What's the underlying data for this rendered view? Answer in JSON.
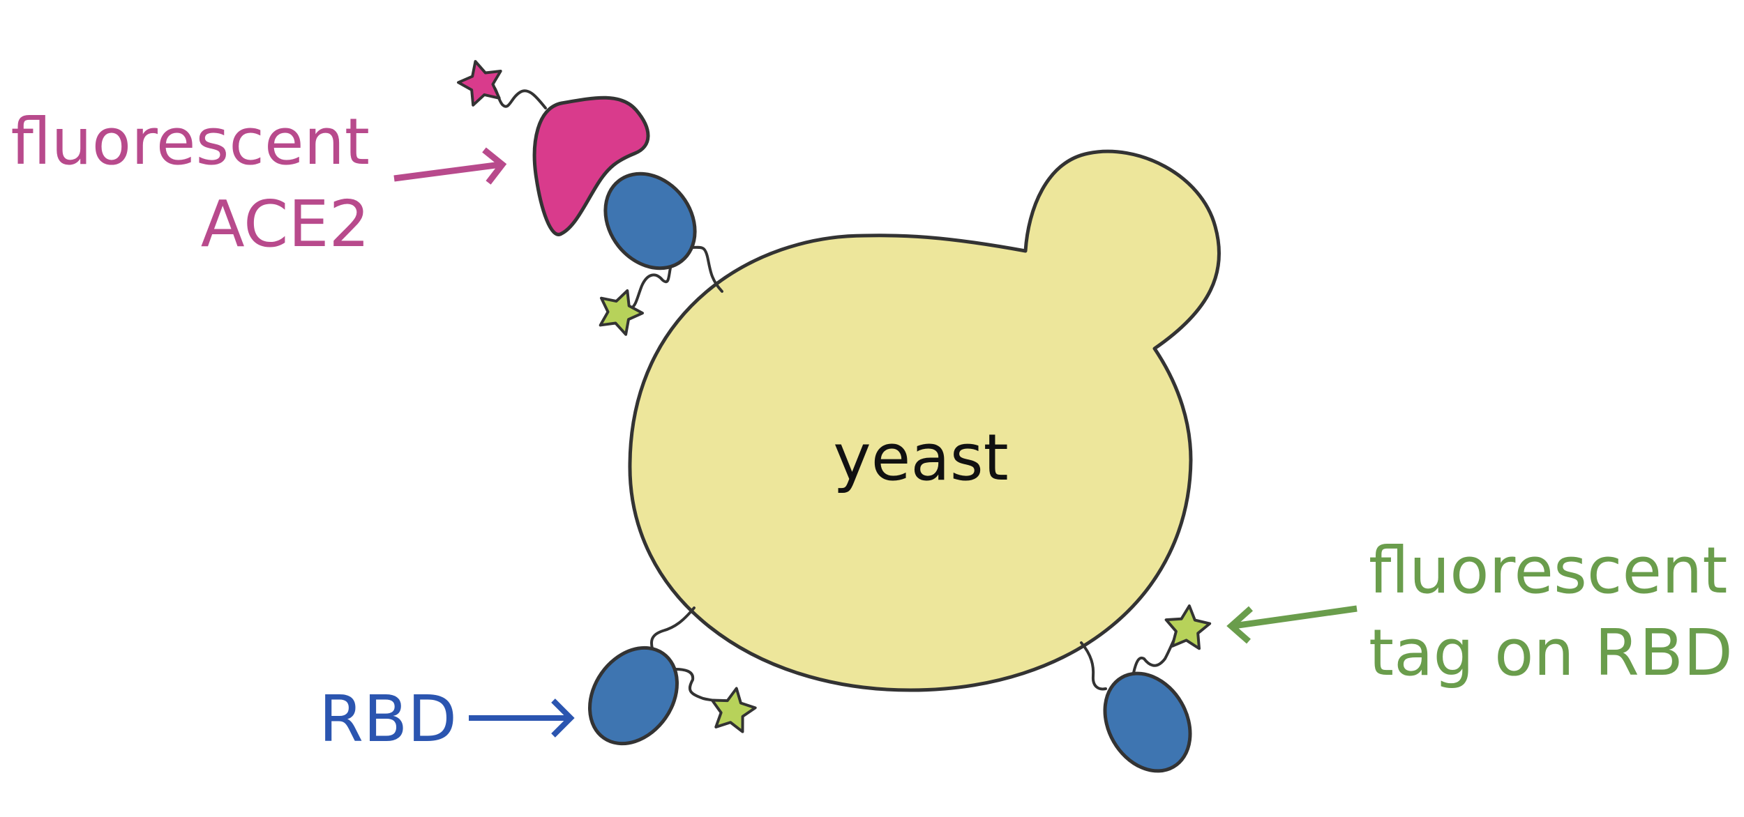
{
  "labels": {
    "cell": "yeast",
    "ace2_line1": "fluorescent",
    "ace2_line2": "ACE2",
    "tag_line1": "fluorescent",
    "tag_line2": "tag on RBD",
    "rbd": "RBD"
  },
  "colors": {
    "yeast_fill": "#ede69b",
    "outline": "#333333",
    "ace2": "#d93b8c",
    "ace2_label": "#b84a8c",
    "rbd_fill": "#3e75b1",
    "rbd_label": "#2b55b0",
    "tag_star": "#b7d25a",
    "tag_label": "#6a9d4c"
  },
  "icons": {
    "ace2_star": "star-icon",
    "tag_star": "star-icon",
    "rbd_domain": "ellipse-icon"
  }
}
